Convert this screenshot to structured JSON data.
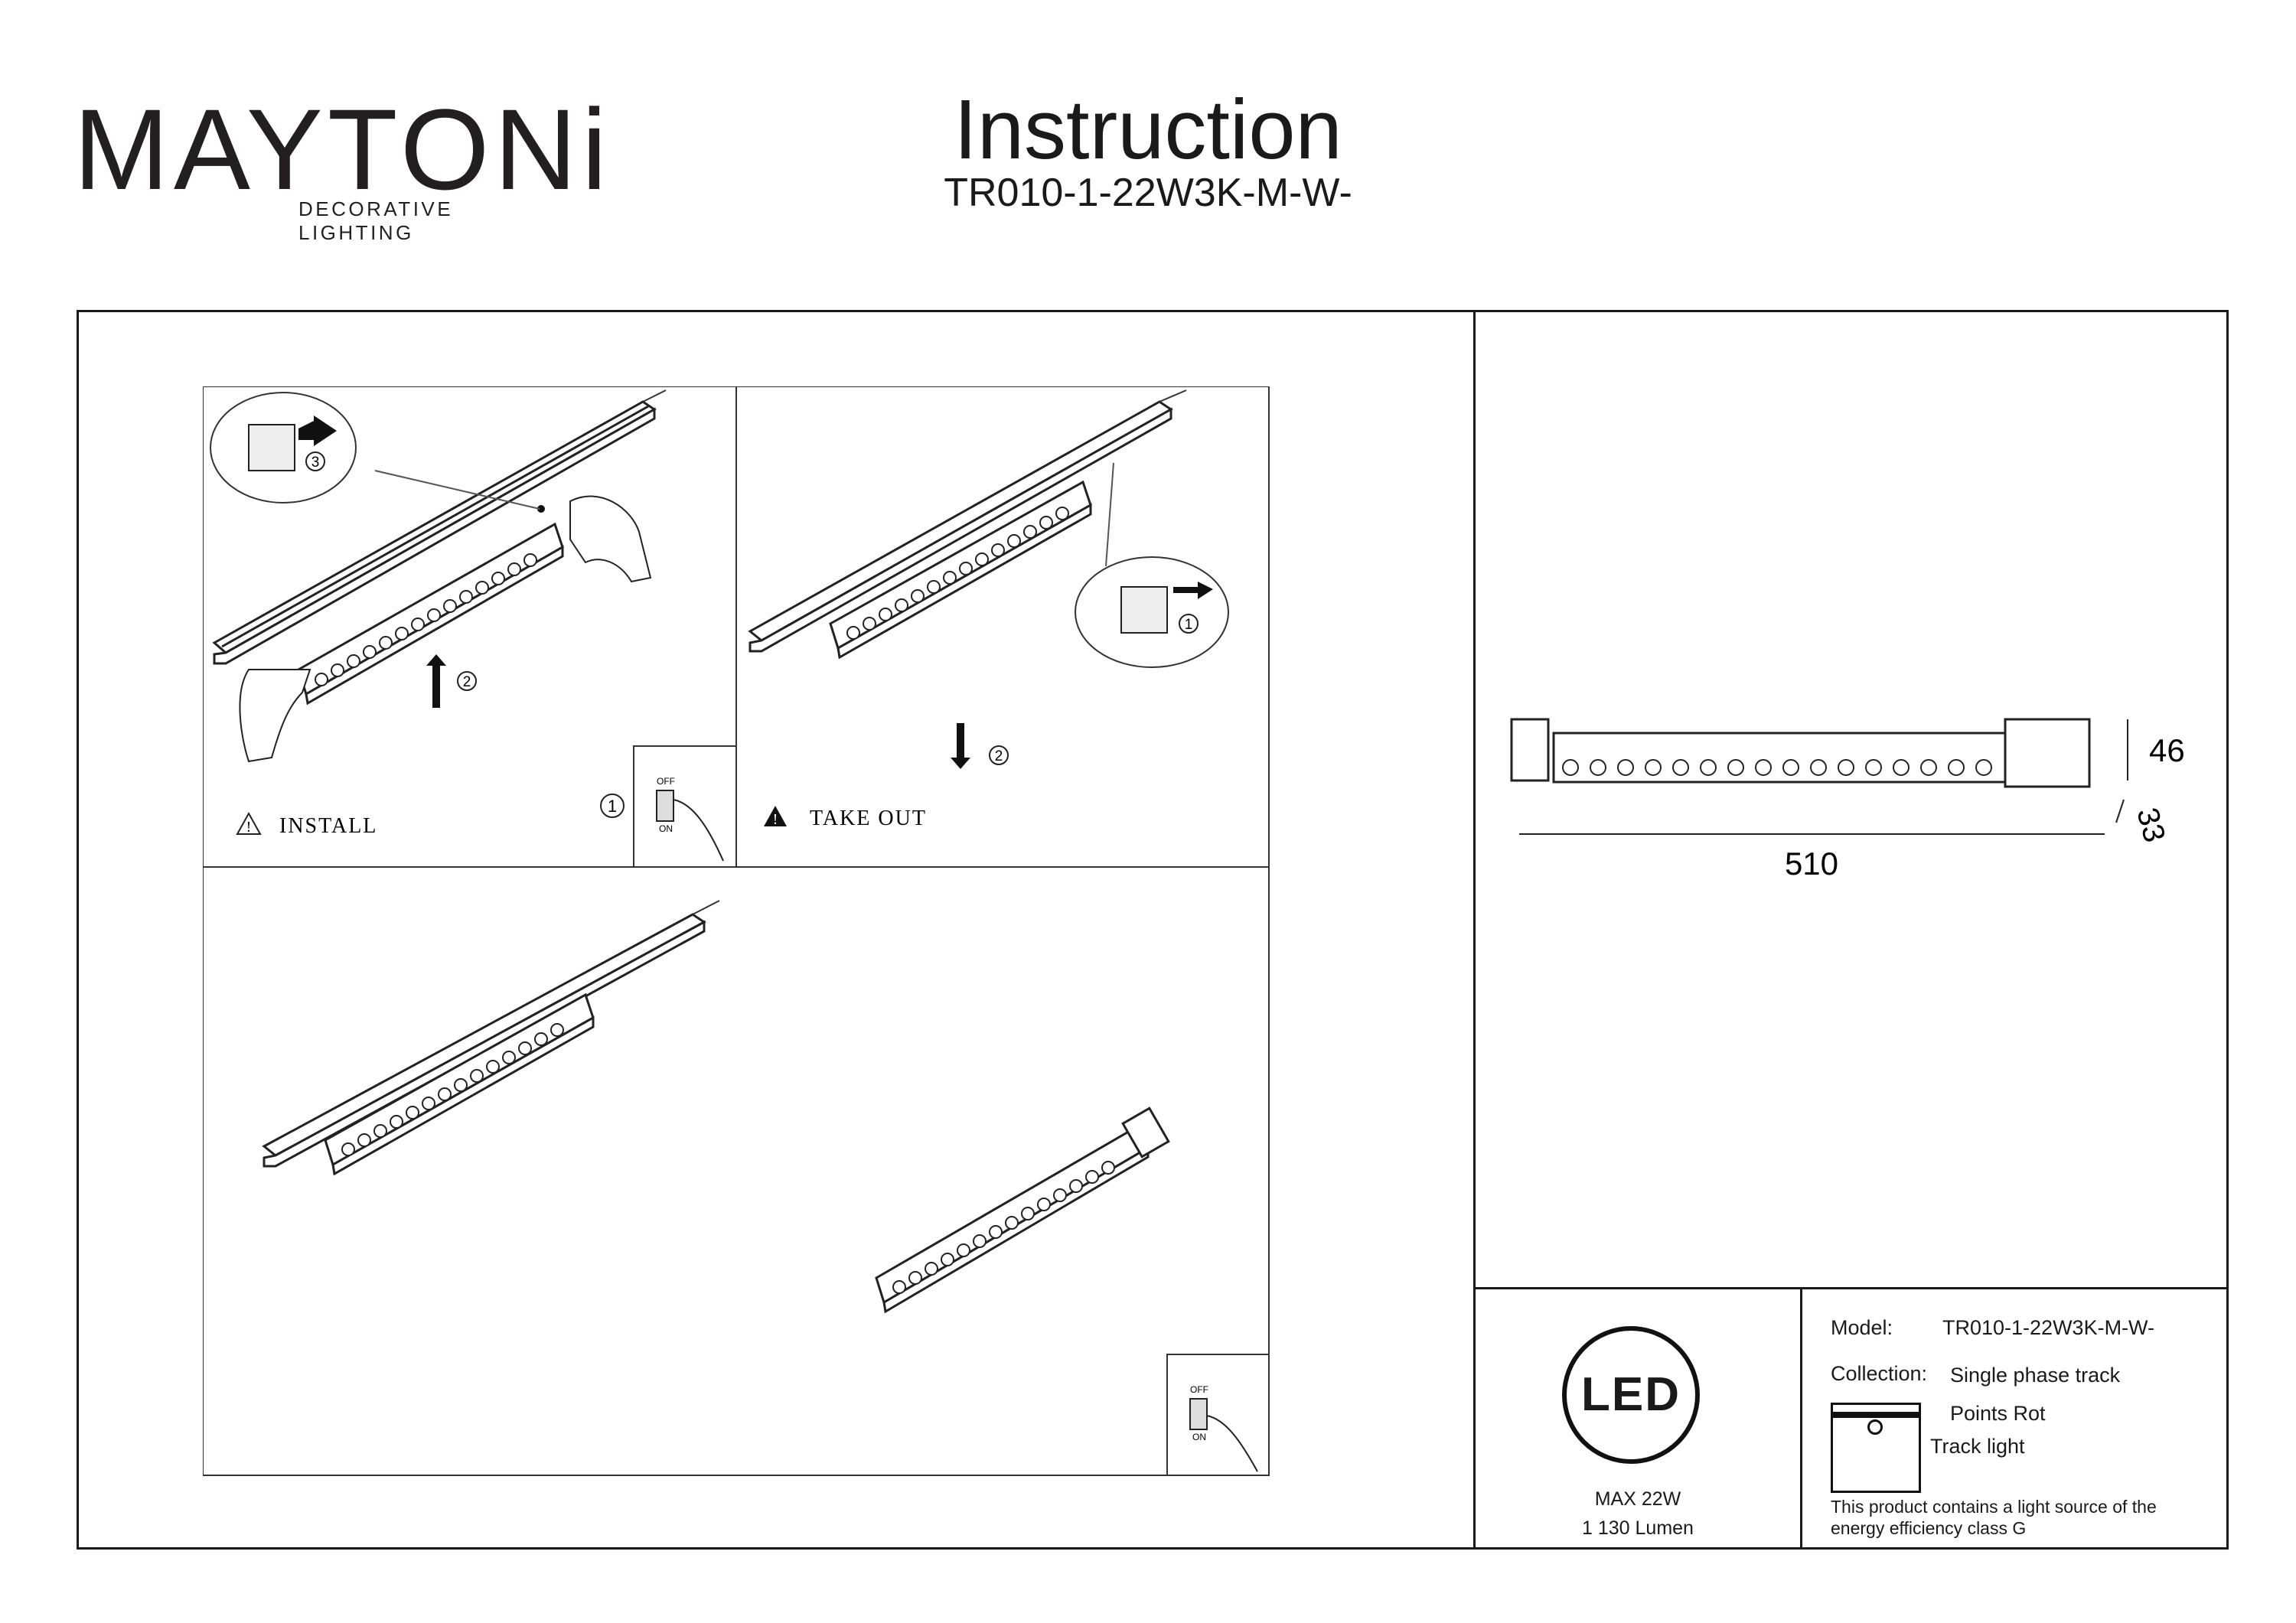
{
  "brand": {
    "name": "MAYTONi",
    "tagline": "DECORATIVE LIGHTING",
    "accent": "#5a1f5c"
  },
  "header": {
    "title": "Instruction",
    "model": "TR010-1-22W3K-M-W-"
  },
  "install": {
    "install_label": "INSTALL",
    "takeout_label": "TAKE OUT",
    "step1": "1",
    "step2": "2",
    "step3": "3",
    "switch_off": "OFF",
    "switch_on": "ON"
  },
  "dimensions": {
    "length": "510",
    "height": "46",
    "depth": "33"
  },
  "led": {
    "badge": "LED",
    "power": "MAX 22W",
    "lumen": "1 130 Lumen"
  },
  "info": {
    "model_label": "Model:",
    "model_value": "TR010-1-22W3K-M-W-",
    "collection_label": "Collection:",
    "collection_value": "Single phase track",
    "collection_value2": "Points Rot",
    "type_value": "Track light",
    "energy_note_line1": "This product contains a light source of the",
    "energy_note_line2": "energy efficiency class G"
  }
}
